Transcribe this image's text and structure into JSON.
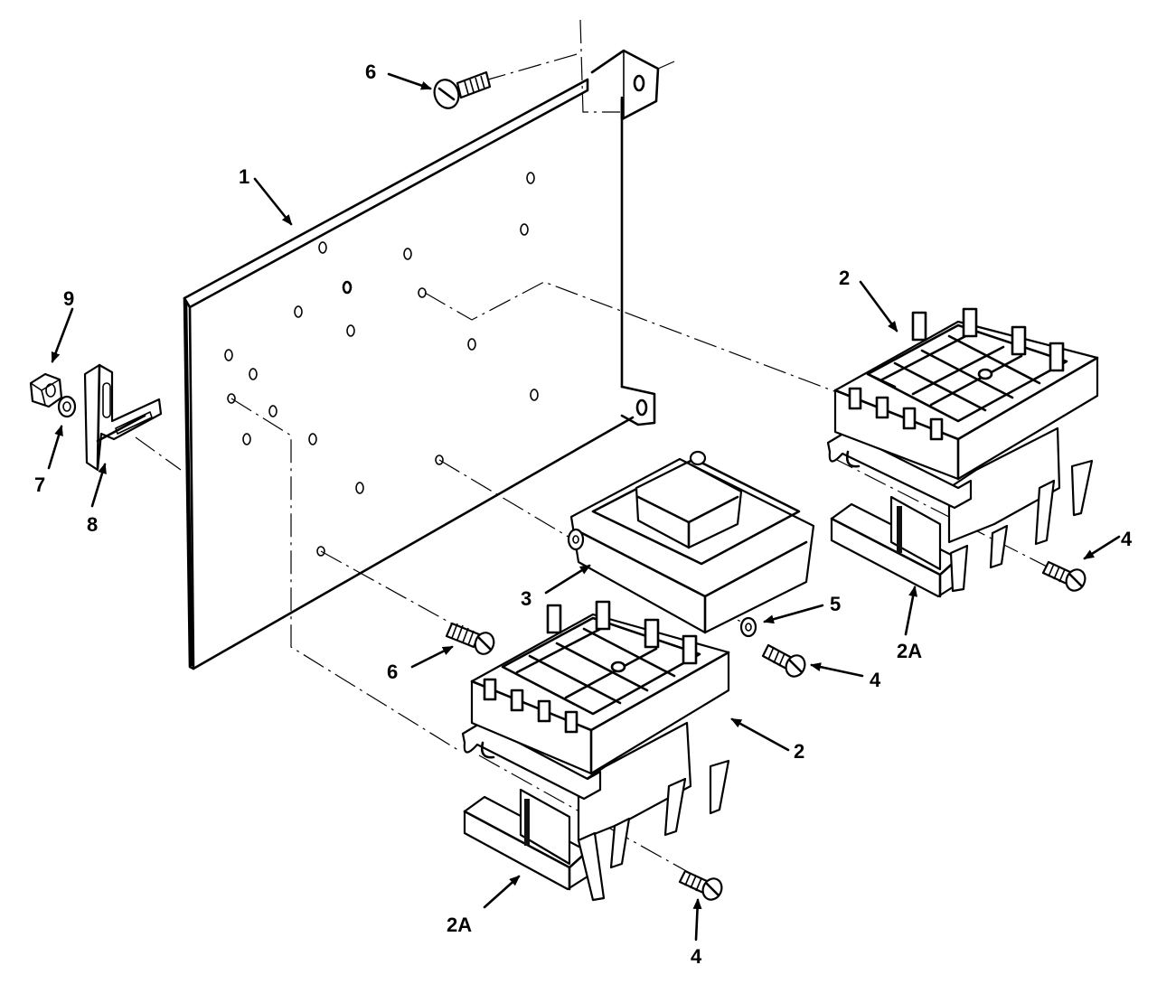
{
  "figure": {
    "callouts": {
      "c1": "1",
      "c2_right": "2",
      "c2_bottom": "2",
      "c2a_right": "2A",
      "c2a_bottom": "2A",
      "c3": "3",
      "c4_right": "4",
      "c4_middle": "4",
      "c4_bottom": "4",
      "c5": "5",
      "c6_top": "6",
      "c6_middle": "6",
      "c7": "7",
      "c8": "8",
      "c9": "9"
    }
  }
}
